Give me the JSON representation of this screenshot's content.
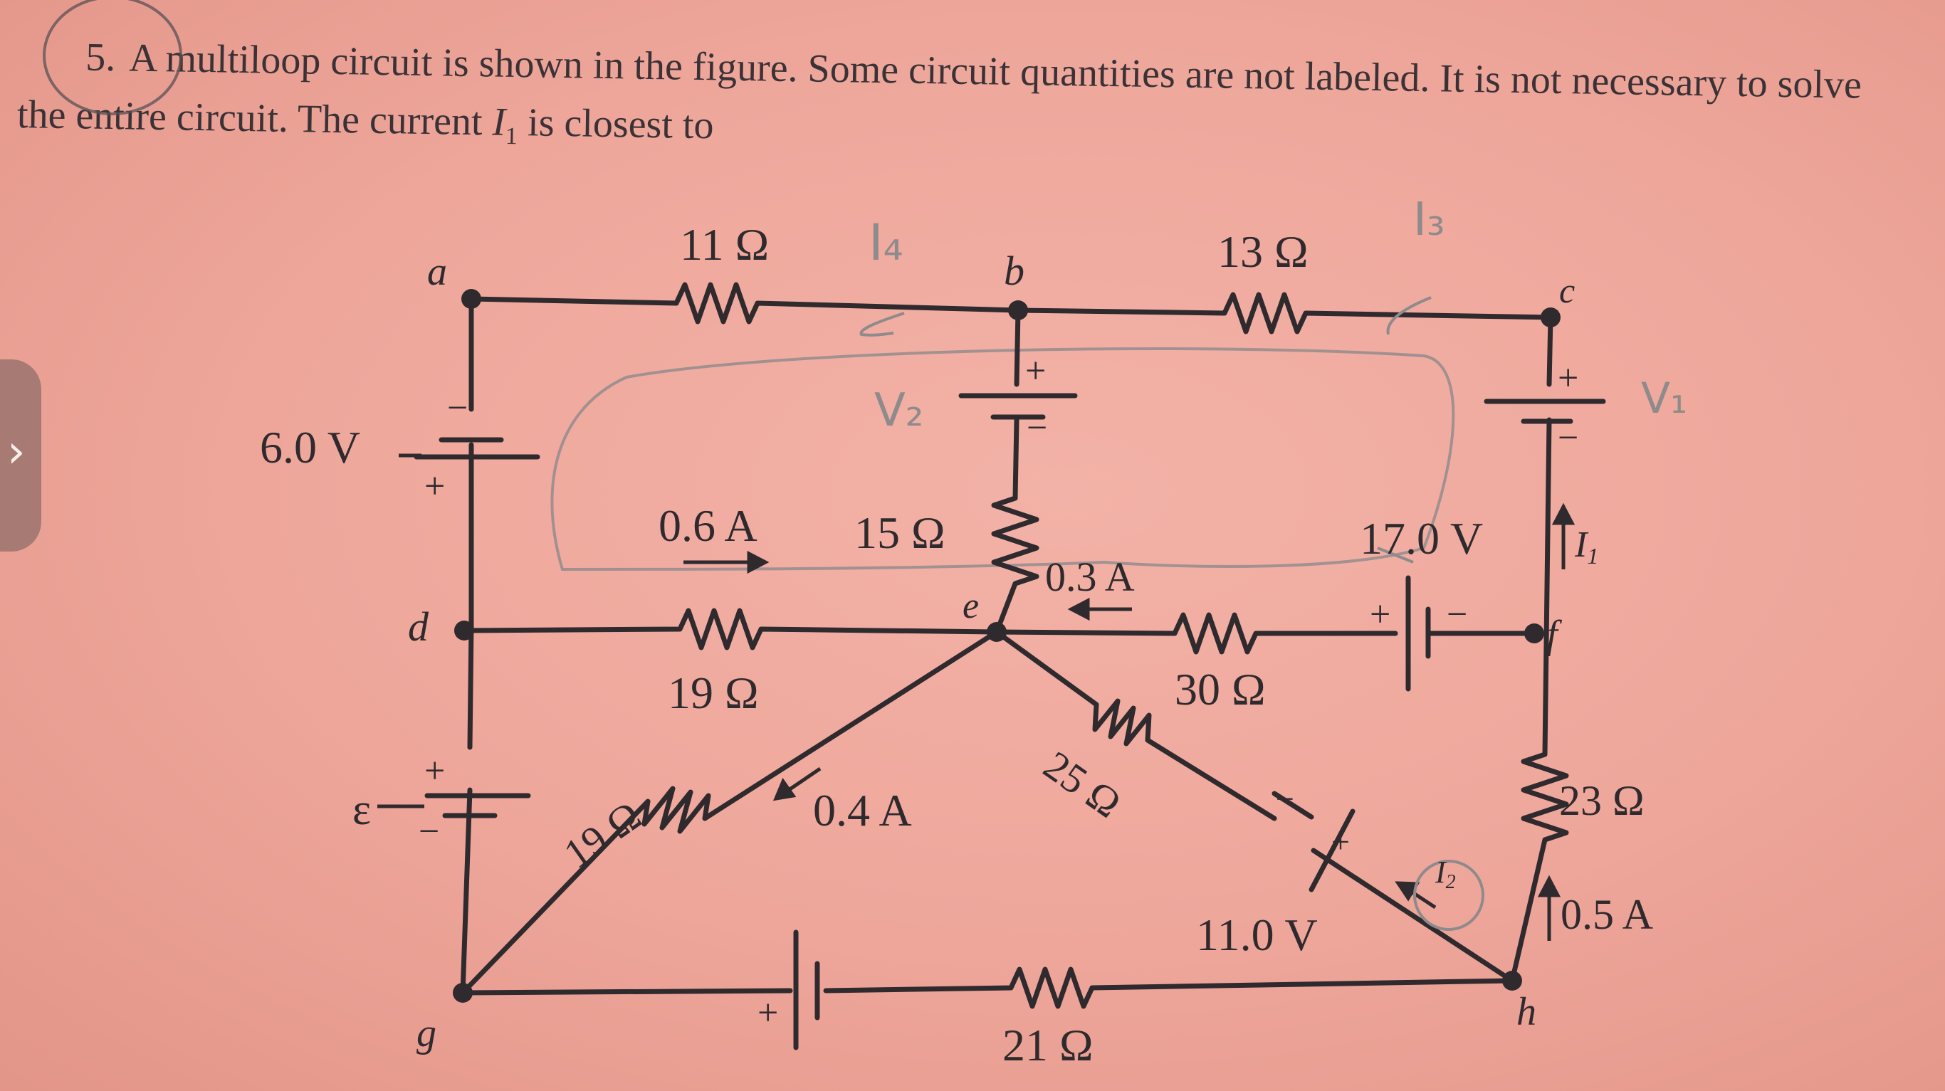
{
  "question": {
    "number": "5.",
    "text_before": "A multiloop circuit is shown in the figure. Some circuit quantities are not labeled. It is not necessary to solve the entire circuit. The current",
    "variable": "I",
    "subscript": "1",
    "text_after": "is closest to"
  },
  "nodes": {
    "a": "a",
    "b": "b",
    "c": "c",
    "d": "d",
    "e": "e",
    "f": "f",
    "g": "g",
    "h": "h"
  },
  "resistors": {
    "r_ab": "11 Ω",
    "r_bc": "13 Ω",
    "r_be": "15 Ω",
    "r_de": "19 Ω",
    "r_eg": "19 Ω",
    "r_ef": "30 Ω",
    "r_eh": "25 Ω",
    "r_fh": "23 Ω",
    "r_gh": "21 Ω"
  },
  "sources": {
    "v_ad": "6.0 V",
    "v_dg": "ε",
    "v_ef": "17.0 V",
    "v_eh": "11.0 V",
    "plus": "+",
    "minus": "−"
  },
  "currents": {
    "i_de": "0.6 A",
    "i_ef": "0.3 A",
    "i_eg": "0.4 A",
    "i_fh": "0.5 A",
    "i1_base": "I",
    "i1_sub": "1",
    "i2_base": "I",
    "i2_sub": "2"
  },
  "handwriting": {
    "i4": "I₄",
    "i3": "I₃",
    "v2": "V₂",
    "v1": "V₁"
  },
  "ui": {
    "back_arrow": "›"
  },
  "colors": {
    "paper": "#eea69a",
    "ink": "#2f2a2e",
    "pencil": "#8f8a8c"
  }
}
